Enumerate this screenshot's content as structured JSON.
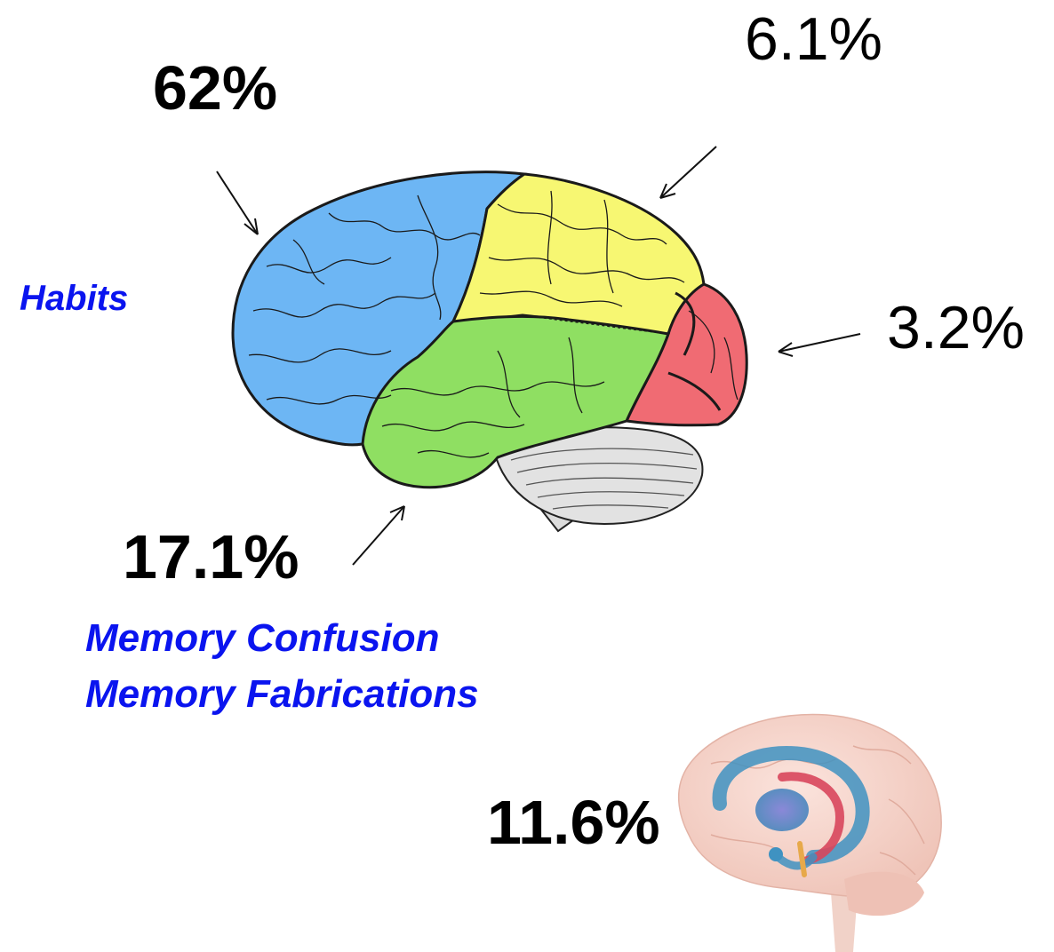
{
  "labels": {
    "frontal_pct": "62%",
    "parietal_pct": "6.1%",
    "occipital_pct": "3.2%",
    "temporal_pct": "17.1%",
    "subcortical_pct": "11.6%"
  },
  "notes": {
    "habits": "Habits",
    "memory_line1": "Memory Confusion",
    "memory_line2": "Memory Fabrications"
  },
  "colors": {
    "frontal": "#6db6f4",
    "parietal": "#f7f772",
    "temporal": "#8fdf62",
    "occipital": "#f06b73",
    "cerebellum": "#e2e2e2",
    "note_text": "#0a14ef"
  }
}
